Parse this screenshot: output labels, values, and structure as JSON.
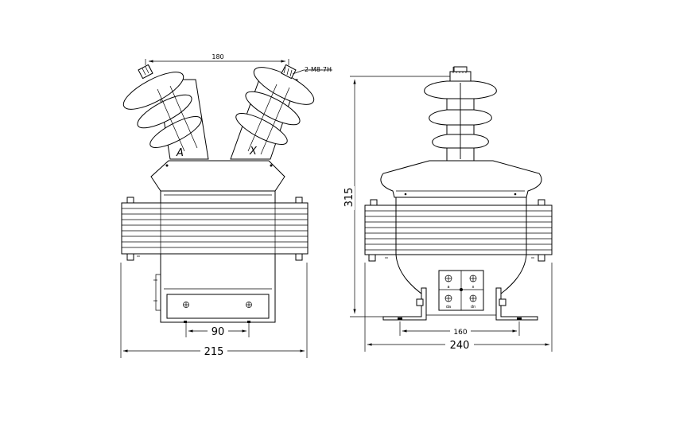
{
  "dimensions": {
    "bushing_spacing": "180",
    "bolt_spec": "2-M8-7H",
    "foot_spacing_front": "90",
    "width_front": "215",
    "height_side": "315",
    "foot_spacing_side": "160",
    "width_side": "240"
  },
  "bushing_labels": {
    "left": "A",
    "right": "X"
  },
  "terminal_labels": {
    "top_left": "a",
    "top_right": "x",
    "bottom_left": "da",
    "bottom_right": "dn"
  }
}
